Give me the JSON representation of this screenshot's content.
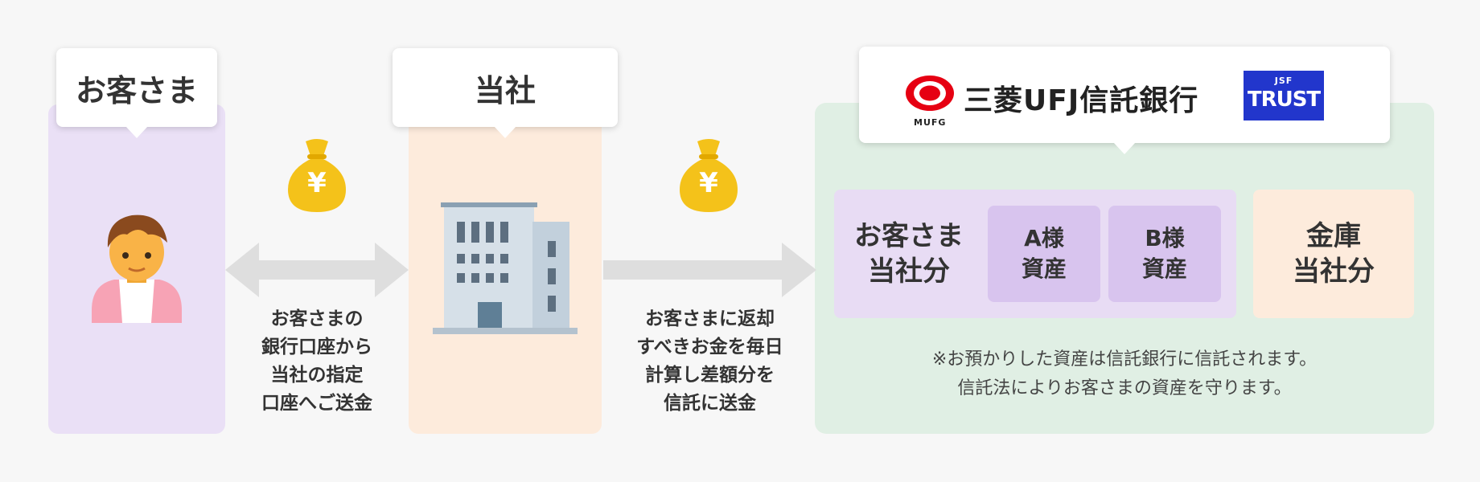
{
  "customer": {
    "title": "お客さま",
    "person_icon": "person-icon"
  },
  "company": {
    "title": "当社",
    "building_icon": "building-icon"
  },
  "flow1": {
    "text_lines": [
      "お客さまの",
      "銀行口座から",
      "当社の指定",
      "口座へご送金"
    ],
    "money_icon": "money-bag-icon",
    "money_symbol": "¥",
    "arrow": "double-arrow"
  },
  "flow2": {
    "text_lines": [
      "お客さまに返却",
      "すべきお金を毎日",
      "計算し差額分を",
      "信託に送金"
    ],
    "money_icon": "money-bag-icon",
    "money_symbol": "¥",
    "arrow": "right-arrow"
  },
  "trust": {
    "bank_name": "三菱UFJ信託銀行",
    "bank_logo_sub": "MUFG",
    "partner_small": "JSF",
    "partner_big": "TRUST",
    "customer_share": [
      "お客さま",
      "当社分"
    ],
    "asset_a": [
      "A様",
      "資産"
    ],
    "asset_b": [
      "B様",
      "資産"
    ],
    "vault": [
      "金庫",
      "当社分"
    ],
    "note_lines": [
      "※お預かりした資産は信託銀行に信託されます。",
      "信託法によりお客さまの資産を守ります。"
    ]
  },
  "colors": {
    "customer_bg": "#eae0f6",
    "company_bg": "#fdebdc",
    "trust_bg": "#e0efe4",
    "asset_bg": "#d8c4ee",
    "arrow_gray": "#dedede",
    "money_gold": "#f4c21a",
    "mufg_red": "#e60012",
    "jsf_blue": "#2236cc"
  }
}
